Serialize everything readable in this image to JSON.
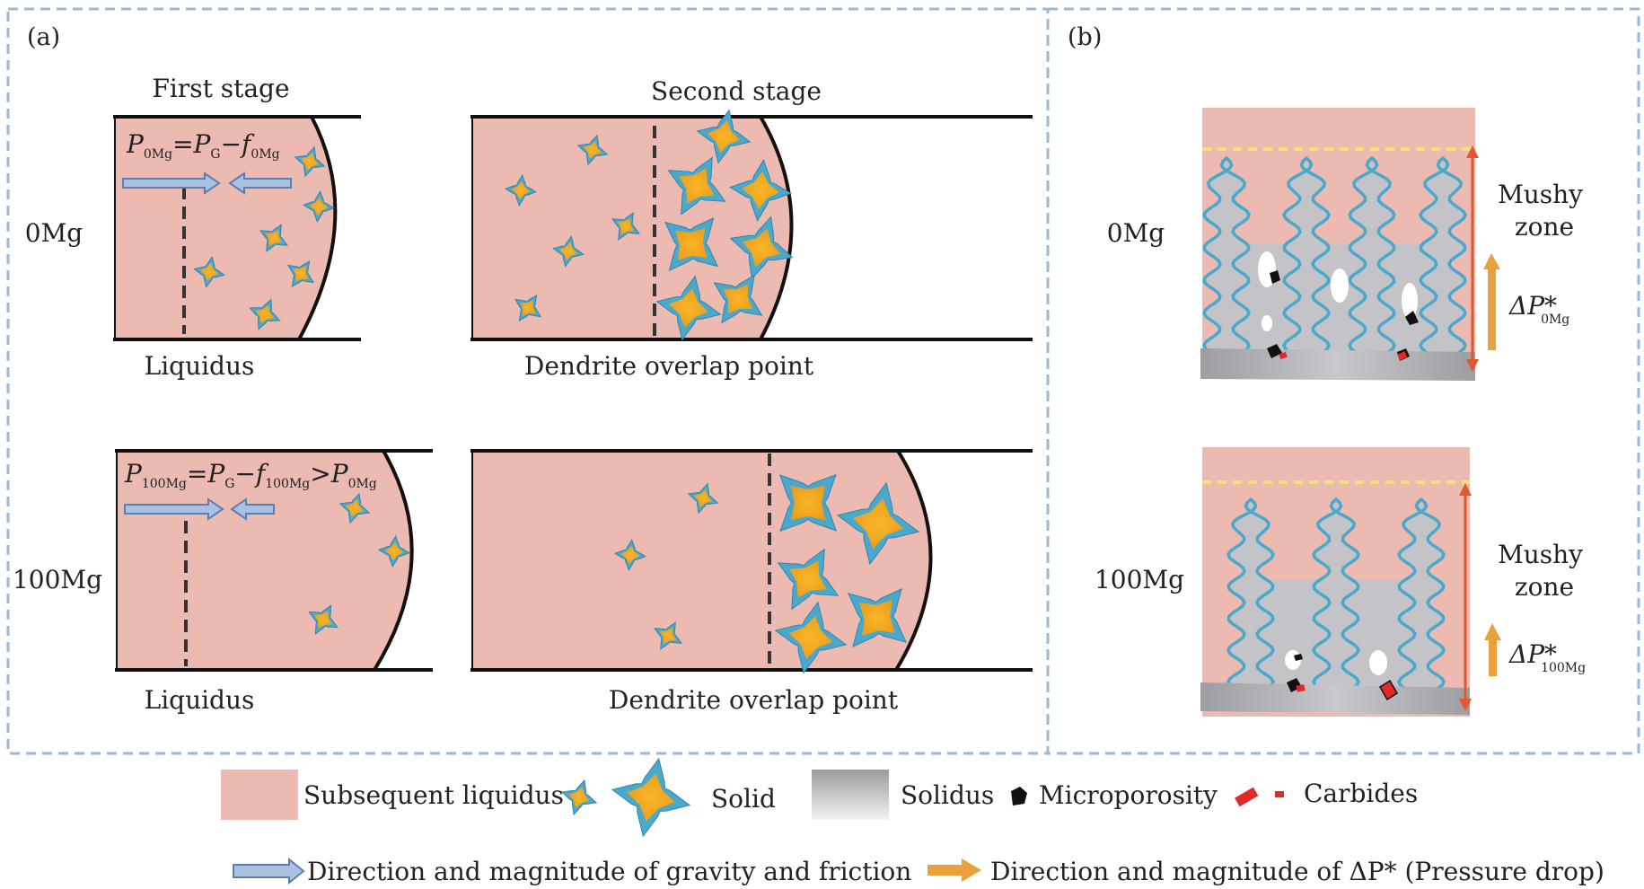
{
  "panel_a": {
    "label": "(a)",
    "stage1_title": "First stage",
    "stage2_title": "Second stage",
    "row1_label": "0Mg",
    "row2_label": "100Mg",
    "liquidus_label": "Liquidus",
    "overlap_label": "Dendrite overlap point",
    "eq_0mg": {
      "p": "P",
      "p_sub": "0Mg",
      "eq": "=",
      "pg": "P",
      "pg_sub": "G",
      "minus": "−",
      "f": "f",
      "f_sub": "0Mg",
      "gt": "",
      "p2": "",
      "p2_sub": ""
    },
    "eq_100mg": {
      "p": "P",
      "p_sub": "100Mg",
      "eq": "=",
      "pg": "P",
      "pg_sub": "G",
      "minus": "−",
      "f": "f",
      "f_sub": "100Mg",
      "gt": ">",
      "p2": "P",
      "p2_sub": "0Mg"
    }
  },
  "panel_b": {
    "label": "(b)",
    "row1_label": "0Mg",
    "row2_label": "100Mg",
    "mushy_line1": "Mushy",
    "mushy_line2": "zone",
    "dp_symbol": "ΔP*",
    "dp_sub_0mg": "0Mg",
    "dp_sub_100mg": "100Mg"
  },
  "legend": {
    "liquidus": "Subsequent liquidus",
    "solid": "Solid",
    "solidus": "Solidus",
    "microporosity": "Microporosity",
    "carbides": "Carbides",
    "gravity": "Direction and magnitude of gravity and friction",
    "pressure": "Direction and magnitude of ΔP* (Pressure drop)"
  },
  "colors": {
    "liquid": "#ecbab0",
    "dendrite_edge": "#4aa8cc",
    "dendrite_core": "#f4a720",
    "solid_gray": "#c4c4c8",
    "arrow_blue": "#a9c1e3",
    "arrow_orange": "#e9a23b",
    "mushy_red": "#e2572f",
    "frame_dash": "#9ab8d8",
    "carbide": "#e02a2a",
    "pore": "#111111",
    "liquidus_dash": "#f5df7a"
  }
}
